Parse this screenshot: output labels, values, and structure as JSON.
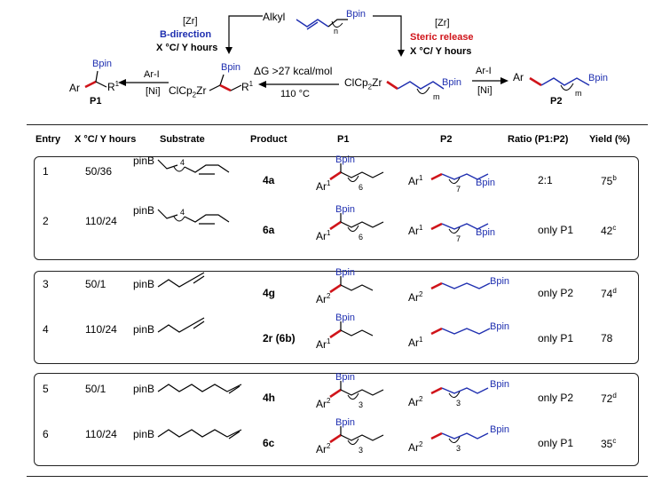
{
  "scheme": {
    "alkyl_label": "Alkyl",
    "bpin": "Bpin",
    "n_sub": "n",
    "m_sub": "m",
    "zr_left": "[Zr]",
    "b_direction": "B-direction",
    "cond_left": "X °C/ Y hours",
    "zr_right": "[Zr]",
    "steric_release": "Steric release",
    "cond_right": "X °C/ Y hours",
    "dg": "ΔG >27 kcal/mol",
    "temp": "110 °C",
    "ari": "Ar-I",
    "ni": "[Ni]",
    "clcp2zr": "ClCp",
    "zr": "Zr",
    "ar": "Ar",
    "r1": "R",
    "p1": "P1",
    "p2": "P2"
  },
  "table": {
    "headers": [
      "Entry",
      "X °C/ Y hours",
      "Substrate",
      "Product",
      "P1",
      "P2",
      "Ratio (P1:P2)",
      "Yield (%)"
    ],
    "rows": [
      {
        "entry": "1",
        "cond": "50/36",
        "product": "4a",
        "ratio": "2:1",
        "yield": "75",
        "yield_note": "b",
        "ar_p1": "Ar",
        "ar_p1_sup": "1",
        "ar_p2": "Ar",
        "ar_p2_sup": "1",
        "sub_sub": "4",
        "p1_sub": "6",
        "p2_sub": "7"
      },
      {
        "entry": "2",
        "cond": "110/24",
        "product": "6a",
        "ratio": "only P1",
        "yield": "42",
        "yield_note": "c",
        "ar_p1": "Ar",
        "ar_p1_sup": "1",
        "ar_p2": "Ar",
        "ar_p2_sup": "1",
        "sub_sub": "4",
        "p1_sub": "6",
        "p2_sub": "7"
      },
      {
        "entry": "3",
        "cond": "50/1",
        "product": "4g",
        "ratio": "only P2",
        "yield": "74",
        "yield_note": "d",
        "ar_p1": "Ar",
        "ar_p1_sup": "2",
        "ar_p2": "Ar",
        "ar_p2_sup": "2"
      },
      {
        "entry": "4",
        "cond": "110/24",
        "product": "2r (6b)",
        "ratio": "only P1",
        "yield": "78",
        "yield_note": "",
        "ar_p1": "Ar",
        "ar_p1_sup": "1",
        "ar_p2": "Ar",
        "ar_p2_sup": "1"
      },
      {
        "entry": "5",
        "cond": "50/1",
        "product": "4h",
        "ratio": "only P2",
        "yield": "72",
        "yield_note": "d",
        "ar_p1": "Ar",
        "ar_p1_sup": "2",
        "ar_p2": "Ar",
        "ar_p2_sup": "2",
        "p1_sub": "3",
        "p2_sub": "3"
      },
      {
        "entry": "6",
        "cond": "110/24",
        "product": "6c",
        "ratio": "only P1",
        "yield": "35",
        "yield_note": "c",
        "ar_p1": "Ar",
        "ar_p1_sup": "2",
        "ar_p2": "Ar",
        "ar_p2_sup": "2",
        "p1_sub": "3",
        "p2_sub": "3"
      }
    ],
    "pinb": "pinB"
  },
  "colors": {
    "blue": "#1f2fb0",
    "red": "#d0141a",
    "line": "#222222"
  }
}
